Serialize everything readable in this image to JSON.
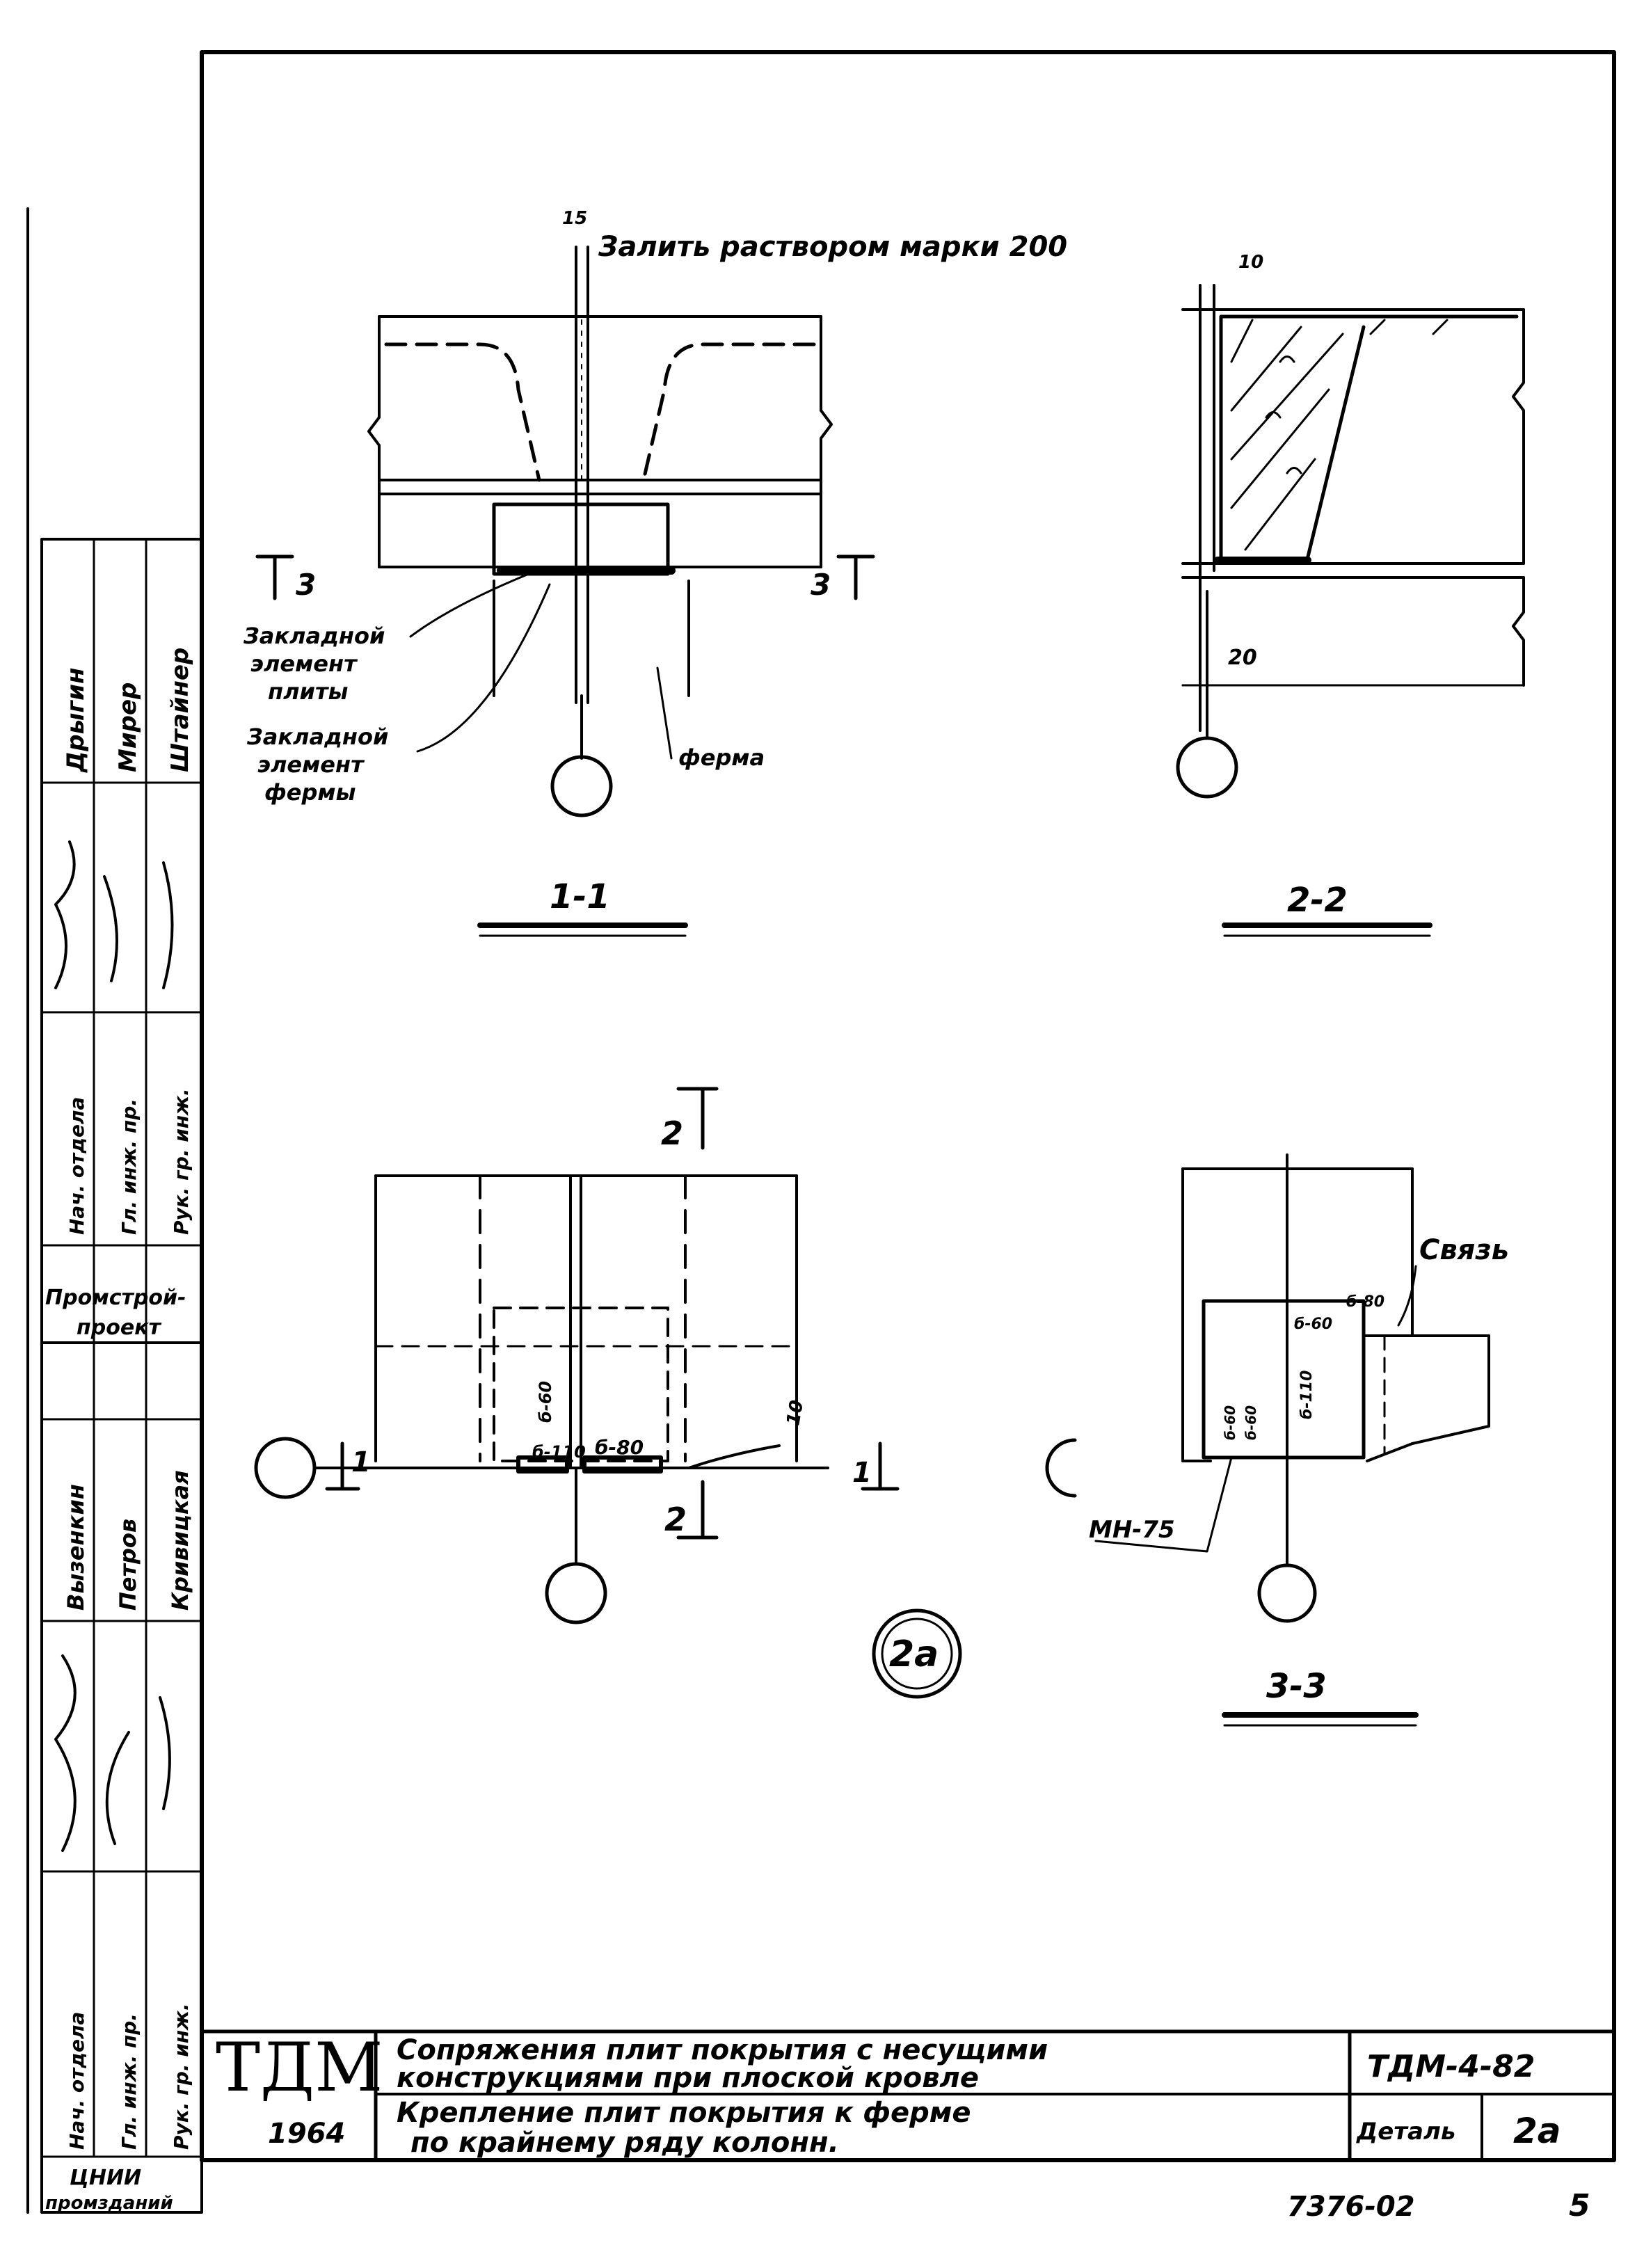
{
  "note_top": "Залить раствором марки 200",
  "dims": {
    "d15": "15",
    "d10_top": "10",
    "d20": "20",
    "d10_plan": "10"
  },
  "labels": {
    "zakl_plity": [
      "Закладной",
      "элемент",
      "плиты"
    ],
    "zakl_fermy": [
      "Закладной",
      "элемент",
      "фермы"
    ],
    "ferma": "ферма",
    "svyaz": "Связь",
    "mn75": "МН-75",
    "b60": "б-60",
    "b110": "б-110",
    "b80": "б-80",
    "b80b": "б-80",
    "b60b": "б-60",
    "b110b": "б-110",
    "b60c": "б-60",
    "b60d": "б-60"
  },
  "cut_marks": {
    "c3": "3",
    "c2": "2",
    "c1": "1"
  },
  "section_titles": {
    "s11": "1-1",
    "s22": "2-2",
    "s33": "3-3"
  },
  "detail_mark": "2а",
  "side_stamp": {
    "names_top": [
      "Дрыгин",
      "Мирер",
      "Штайнер"
    ],
    "roles_top": [
      "Нач. отдела",
      "Гл. инж. пр.",
      "Рук. гр. инж."
    ],
    "org_top": [
      "Промстрой-",
      "проект"
    ],
    "names_bottom": [
      "Вызенкин",
      "Петров",
      "Кривицкая"
    ],
    "roles_bottom": [
      "Нач. отдела",
      "Гл. инж. пр.",
      "Рук. гр. инж."
    ],
    "org_bottom": [
      "ЦНИИ",
      "промзданий"
    ]
  },
  "title_block": {
    "logo": "ТДМ",
    "year": "1964",
    "title_line1": "Сопряжения плит покрытия с несущими",
    "title_line2": "конструкциями при плоской кровле",
    "subtitle_line1": "Крепление плит покрытия к ферме",
    "subtitle_line2": "по крайнему ряду колонн.",
    "code": "ТДМ-4-82",
    "detail_label": "Деталь",
    "detail_value": "2а"
  },
  "footer": {
    "number": "7376-02",
    "page": "5"
  }
}
